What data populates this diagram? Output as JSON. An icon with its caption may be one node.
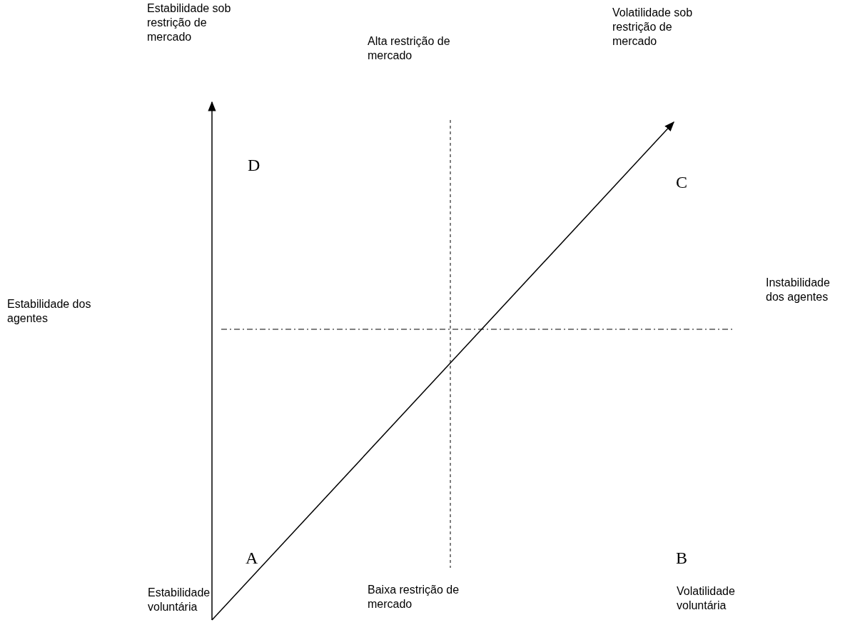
{
  "diagram": {
    "labels": [
      "Estabilidade sob restrição de mercado",
      "Volatilidade sob restrição de mercado",
      "Alta restrição de mercado",
      "D",
      "C",
      "Instabilidade dos agentes",
      "Estabilidade dos agentes",
      "A",
      "B",
      "Estabilidade voluntária",
      "Baixa restrição de mercado",
      "Volatilidade voluntária"
    ]
  }
}
